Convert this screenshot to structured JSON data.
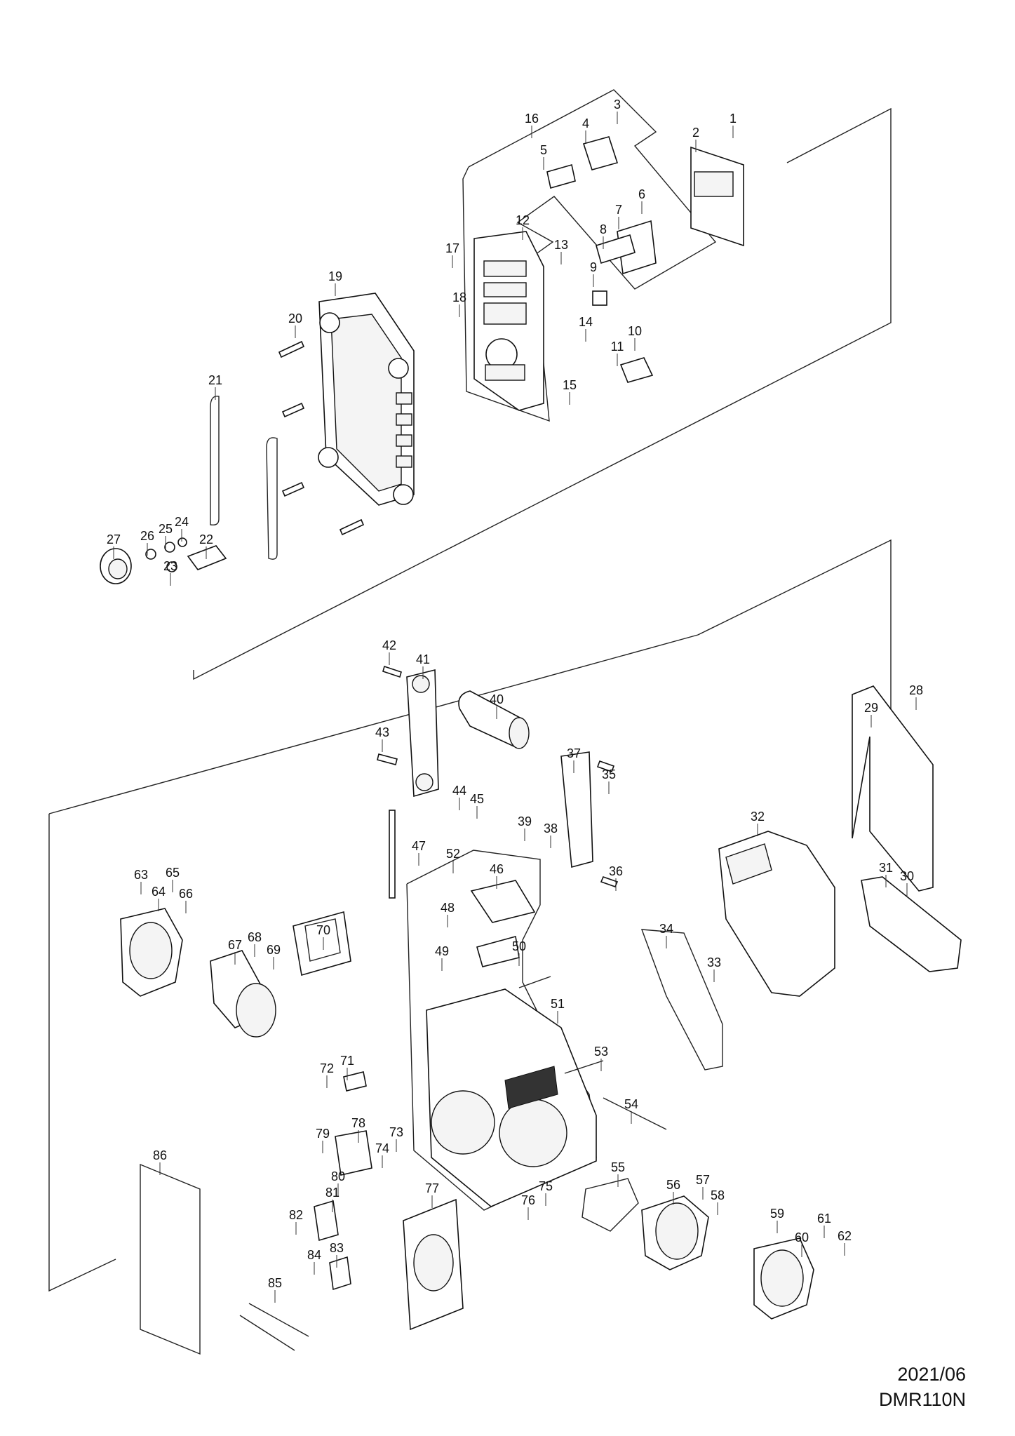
{
  "footer": {
    "date": "2021/06",
    "model": "DMR110N"
  },
  "part_labels": [
    "1",
    "2",
    "3",
    "4",
    "5",
    "6",
    "7",
    "8",
    "9",
    "10",
    "11",
    "12",
    "13",
    "14",
    "15",
    "16",
    "17",
    "18",
    "19",
    "20",
    "21",
    "22",
    "23",
    "24",
    "25",
    "26",
    "27",
    "28",
    "29",
    "30",
    "31",
    "32",
    "33",
    "34",
    "35",
    "36",
    "37",
    "38",
    "39",
    "40",
    "41",
    "42",
    "43",
    "44",
    "45",
    "46",
    "47",
    "48",
    "49",
    "50",
    "51",
    "52",
    "53",
    "54",
    "55",
    "56",
    "57",
    "58",
    "59",
    "60",
    "61",
    "62",
    "63",
    "64",
    "65",
    "66",
    "67",
    "68",
    "69",
    "70",
    "71",
    "72",
    "73",
    "74",
    "75",
    "76",
    "77",
    "78",
    "79",
    "80",
    "81",
    "82",
    "83",
    "84",
    "85",
    "86"
  ]
}
